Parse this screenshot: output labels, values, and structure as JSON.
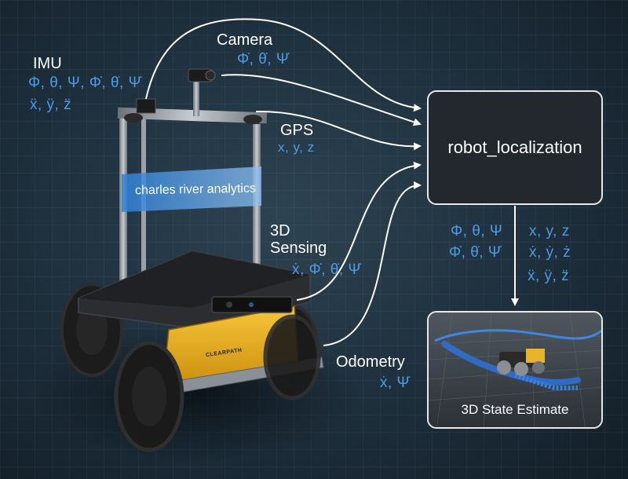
{
  "node": {
    "title": "robot_localization"
  },
  "sensors": {
    "imu": {
      "label": "IMU",
      "line1": "Φ, θ, Ψ, Φ̇, θ̇, Ψ̇",
      "line2": "ẍ, ÿ, z̈"
    },
    "camera": {
      "label": "Camera",
      "values": "Φ̇, θ̇, Ψ̇"
    },
    "gps": {
      "label": "GPS",
      "values": "x, y, z"
    },
    "sensing3d": {
      "label_line1": "3D",
      "label_line2": "Sensing",
      "values": "ẋ, Φ̇, θ̇, Ψ̇"
    },
    "odometry": {
      "label": "Odometry",
      "values": "ẋ, Ψ̇"
    }
  },
  "outputs": {
    "orientation_line1": "Φ, θ, Ψ",
    "orientation_line2": "Φ̇, θ̇, Ψ̇",
    "position_line1": "x, y, z",
    "position_line2": "ẋ, ẏ, ż",
    "position_line3": "ẍ, ÿ, z̈"
  },
  "estimate": {
    "title": "3D State Estimate"
  },
  "robot": {
    "banner": "charles river analytics",
    "brand": "CLEARPATH"
  },
  "colors": {
    "accent_blue": "#4d9be6",
    "node_fill": "#22282e",
    "arrow": "#ffffff",
    "chassis_yellow": "#f0b41c"
  }
}
